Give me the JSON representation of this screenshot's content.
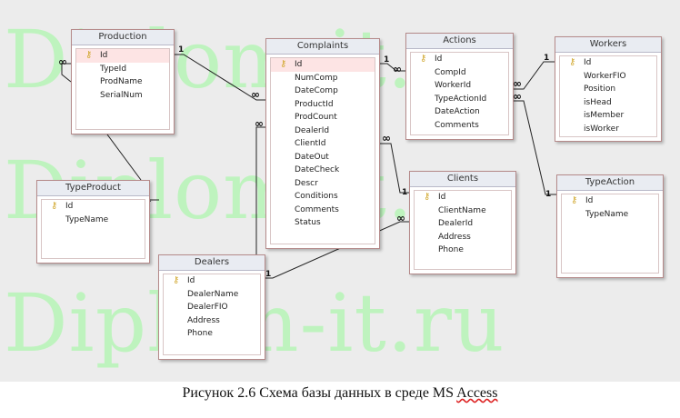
{
  "watermark": "Diplom-it.ru",
  "caption": {
    "prefix": "Рисунок 2.6 Схема базы данных в среде MS ",
    "suffix": "Access"
  },
  "relationship_labels": {
    "one": "1",
    "many": "∞"
  },
  "tables": {
    "production": {
      "title": "Production",
      "fields": [
        "Id",
        "TypeId",
        "ProdName",
        "SerialNum"
      ]
    },
    "typeproduct": {
      "title": "TypeProduct",
      "fields": [
        "Id",
        "TypeName"
      ]
    },
    "complaints": {
      "title": "Complaints",
      "fields": [
        "Id",
        "NumComp",
        "DateComp",
        "ProductId",
        "ProdCount",
        "DealerId",
        "ClientId",
        "DateOut",
        "DateCheck",
        "Descr",
        "Conditions",
        "Comments",
        "Status"
      ]
    },
    "dealers": {
      "title": "Dealers",
      "fields": [
        "Id",
        "DealerName",
        "DealerFIO",
        "Address",
        "Phone"
      ]
    },
    "actions": {
      "title": "Actions",
      "fields": [
        "Id",
        "CompId",
        "WorkerId",
        "TypeActionId",
        "DateAction",
        "Comments"
      ]
    },
    "clients": {
      "title": "Clients",
      "fields": [
        "Id",
        "ClientName",
        "DealerId",
        "Address",
        "Phone"
      ]
    },
    "workers": {
      "title": "Workers",
      "fields": [
        "Id",
        "WorkerFIO",
        "Position",
        "isHead",
        "isMember",
        "isWorker"
      ]
    },
    "typeaction": {
      "title": "TypeAction",
      "fields": [
        "Id",
        "TypeName"
      ]
    }
  }
}
